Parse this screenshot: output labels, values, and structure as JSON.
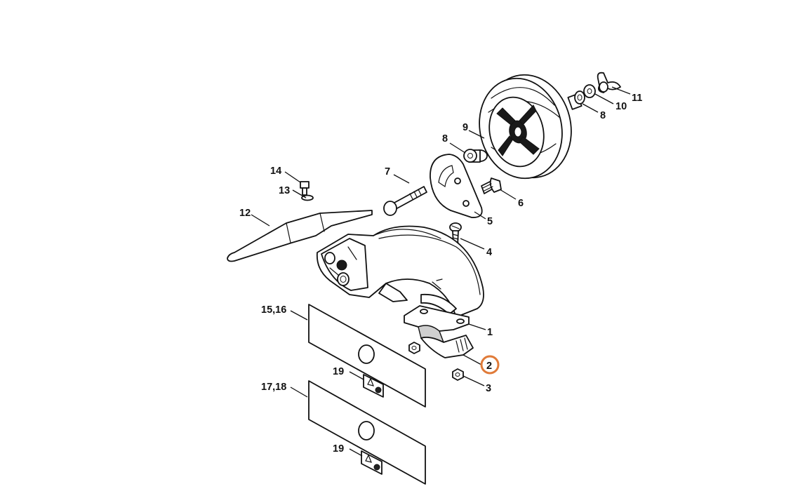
{
  "callouts": [
    {
      "id": "c1",
      "label": "1"
    },
    {
      "id": "c2",
      "label": "2",
      "highlighted": true
    },
    {
      "id": "c3",
      "label": "3"
    },
    {
      "id": "c4",
      "label": "4"
    },
    {
      "id": "c5",
      "label": "5"
    },
    {
      "id": "c6",
      "label": "6"
    },
    {
      "id": "c7",
      "label": "7"
    },
    {
      "id": "c8a",
      "label": "8"
    },
    {
      "id": "c8b",
      "label": "8"
    },
    {
      "id": "c9",
      "label": "9"
    },
    {
      "id": "c10",
      "label": "10"
    },
    {
      "id": "c11",
      "label": "11"
    },
    {
      "id": "c12",
      "label": "12"
    },
    {
      "id": "c13",
      "label": "13"
    },
    {
      "id": "c14",
      "label": "14"
    },
    {
      "id": "c1516",
      "label": "15,16"
    },
    {
      "id": "c1718",
      "label": "17,18"
    },
    {
      "id": "c19a",
      "label": "19"
    },
    {
      "id": "c19b",
      "label": "19"
    }
  ],
  "colors": {
    "highlight": "#e07b39",
    "highlight_fill": "#f2b48a",
    "line": "#111111",
    "background": "#ffffff"
  }
}
